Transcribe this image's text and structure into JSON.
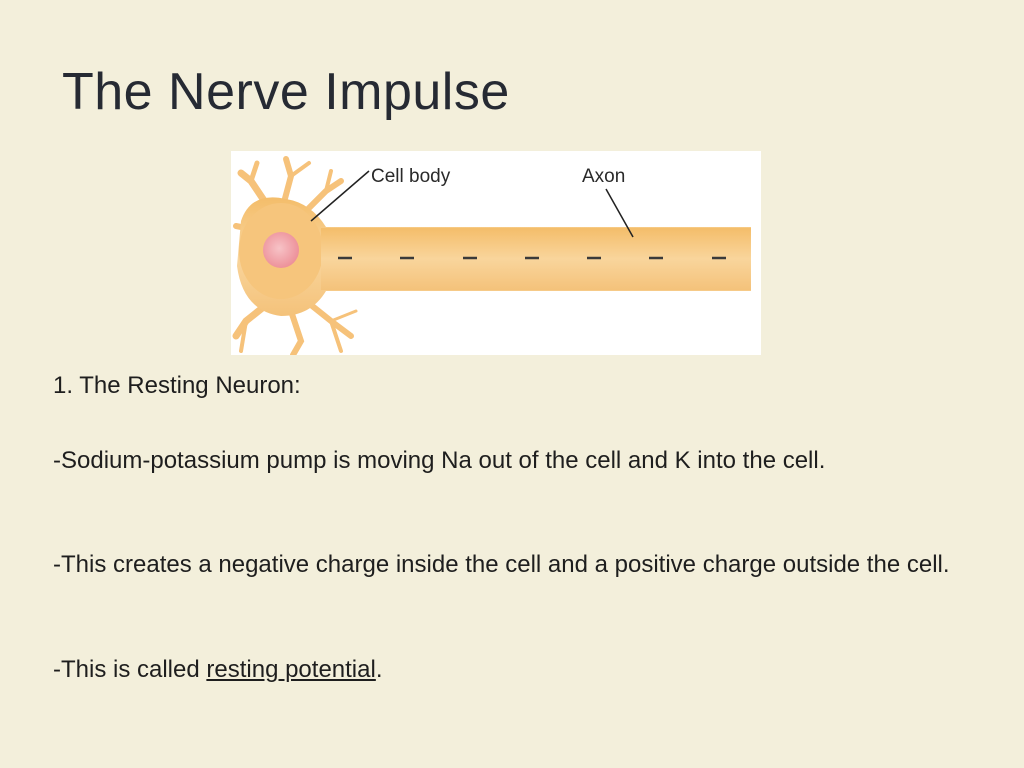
{
  "slide": {
    "title": "The Nerve Impulse",
    "figure": {
      "label_cell_body": "Cell body",
      "label_axon": "Axon",
      "charge_symbol": "–"
    },
    "points": {
      "heading": "1. The Resting Neuron:",
      "p1": "-Sodium-potassium pump is moving Na out of the cell and K into the cell.",
      "p2": "-This creates a negative charge inside the cell and a positive charge outside the cell.",
      "p3_prefix": "-This is called ",
      "p3_term": "resting potential",
      "p3_suffix": "."
    }
  },
  "colors": {
    "background": "#f3efdb",
    "neuron_fill": "#f6c878",
    "neuron_light": "#f9d8a0",
    "nucleus": "#f2a1a8"
  }
}
